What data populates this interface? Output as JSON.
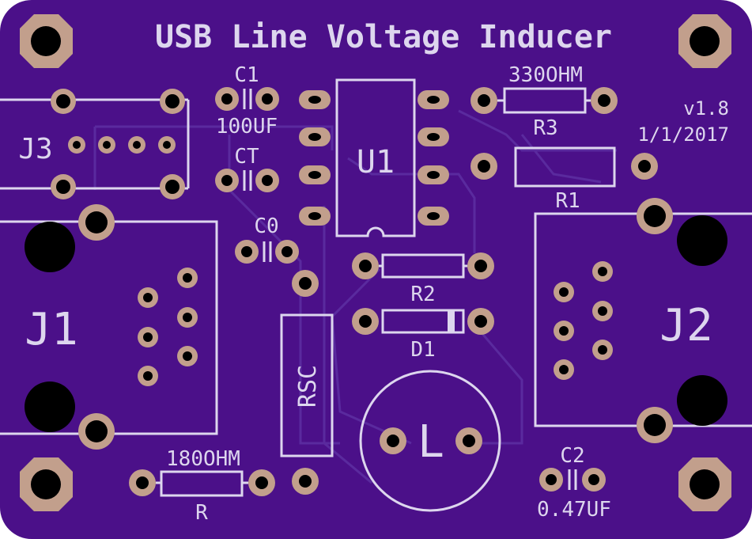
{
  "board": {
    "title": "USB Line Voltage Inducer",
    "version": "v1.8",
    "date": "1/1/2017",
    "colors": {
      "board": "#4b1089",
      "trace": "#5a2a9e",
      "silkscreen": "#ddd6ee",
      "pad_copper": "#c29f8c",
      "drill_hole": "#000000"
    }
  },
  "components": {
    "c1_ref": "C1",
    "c1_value": "100UF",
    "ct_ref": "CT",
    "c0_ref": "C0",
    "u1_ref": "U1",
    "r3_value": "330OHM",
    "r3_ref": "R3",
    "r1_ref": "R1",
    "r2_ref": "R2",
    "d1_ref": "D1",
    "j1_ref": "J1",
    "j2_ref": "J2",
    "j3_ref": "J3",
    "rsc_ref": "RSC",
    "r_value": "180OHM",
    "r_ref": "R",
    "c2_ref": "C2",
    "c2_value": "0.47UF",
    "inductor_ref": "L"
  }
}
